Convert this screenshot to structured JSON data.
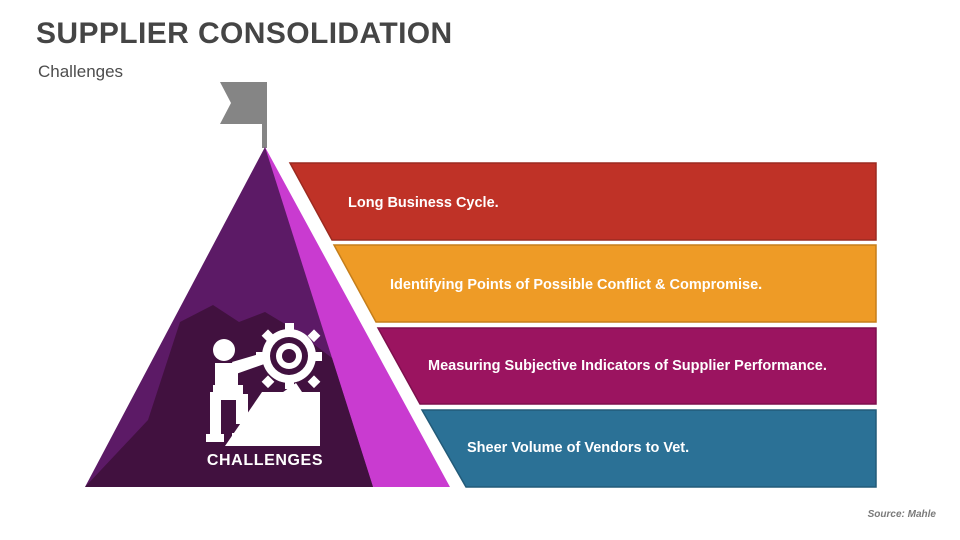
{
  "header": {
    "title": "SUPPLIER CONSOLIDATION",
    "subtitle": "Challenges"
  },
  "footer": {
    "source": "Source: Mahle"
  },
  "pyramid": {
    "caption": "CHALLENGES",
    "icon": "person-pushing-gear-uphill-icon",
    "flag_icon": "flag-icon",
    "colors": {
      "upper": "#5C1A66",
      "lower": "#41113F",
      "wedge": "#C93BD0",
      "flag": "#858585"
    }
  },
  "bars": [
    {
      "label": "Long Business Cycle.",
      "color": "#BF3227",
      "border": "#9C2A20",
      "name": "bar-long-business-cycle"
    },
    {
      "label": "Identifying Points of Possible Conflict & Compromise.",
      "color": "#EE9B26",
      "border": "#C57E1A",
      "name": "bar-identifying-points"
    },
    {
      "label": "Measuring Subjective Indicators of Supplier Performance.",
      "color": "#9B1460",
      "border": "#7E0F4D",
      "name": "bar-measuring-subjective-indicators"
    },
    {
      "label": "Sheer Volume of Vendors to Vet.",
      "color": "#2B7196",
      "border": "#225B79",
      "name": "bar-sheer-volume-of-vendors"
    }
  ]
}
